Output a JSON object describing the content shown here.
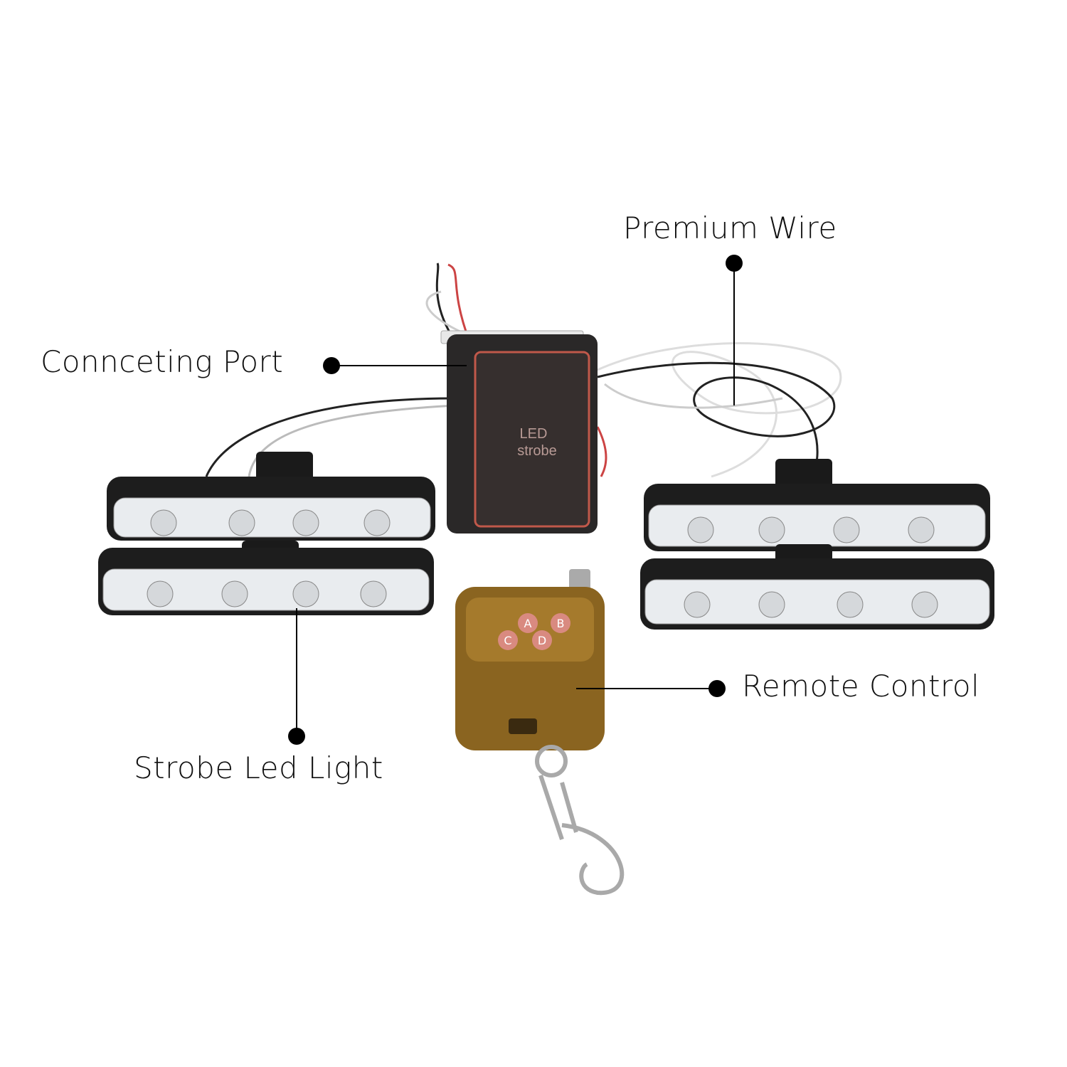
{
  "callouts": {
    "premium_wire": "Premium Wire",
    "connecting_port": "Connceting Port",
    "strobe_led_light": "Strobe Led Light",
    "remote_control": "Remote Control"
  },
  "control_box": {
    "line1": "LED",
    "line2": "strobe"
  },
  "remote": {
    "buttons": [
      "A",
      "B",
      "C",
      "D"
    ]
  },
  "colors": {
    "box": "#2a2828",
    "box_border": "#c0584a",
    "remote": "#8a6420",
    "button": "#d98a80"
  }
}
